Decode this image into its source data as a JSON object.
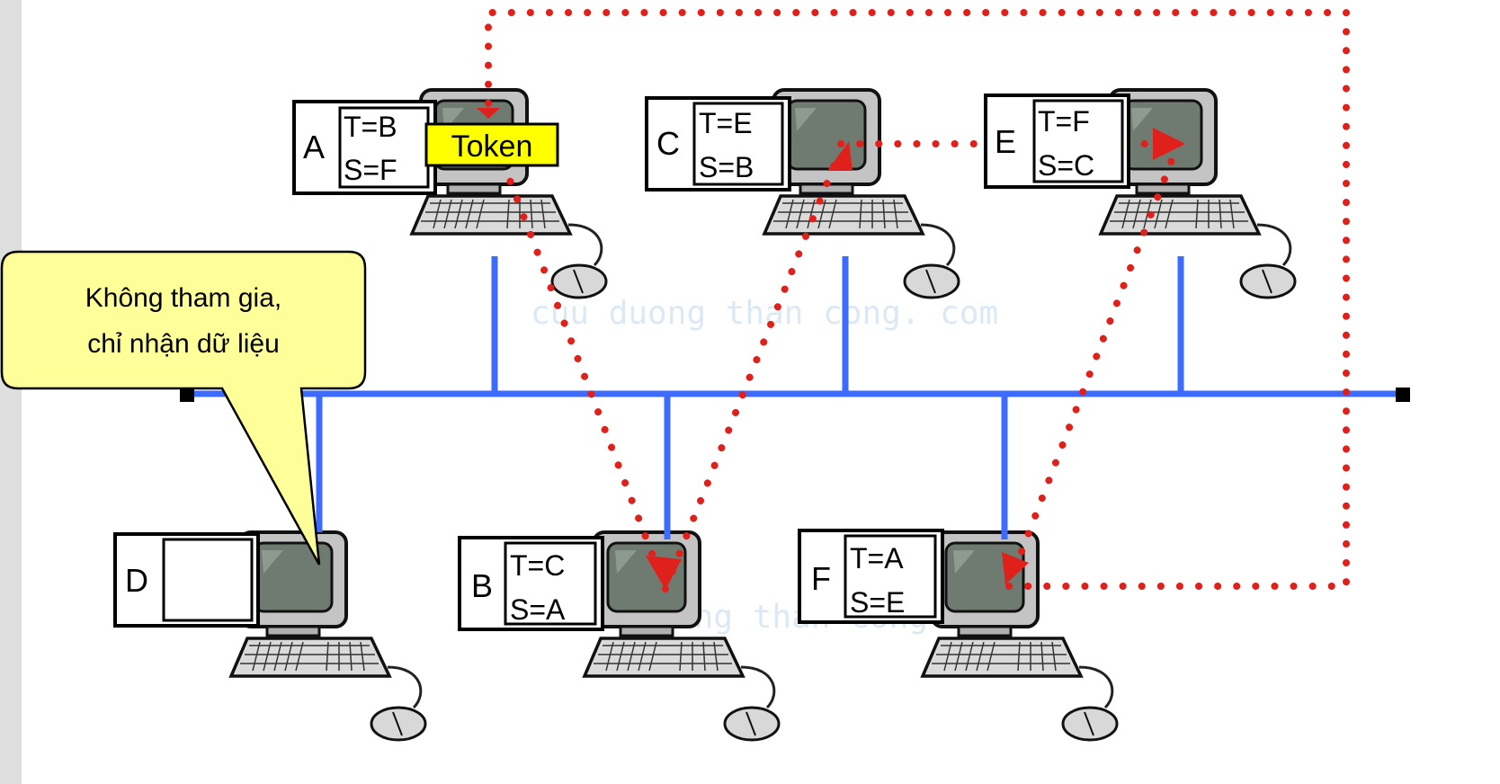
{
  "diagram": {
    "watermark": "cuu duong than cong. com",
    "token_label": "Token",
    "callout": {
      "line1": "Không tham gia,",
      "line2": "chỉ nhận dữ liệu"
    },
    "nodes": {
      "A": {
        "name": "A",
        "t": "T=B",
        "s": "S=F"
      },
      "B": {
        "name": "B",
        "t": "T=C",
        "s": "S=A"
      },
      "C": {
        "name": "C",
        "t": "T=E",
        "s": "S=B"
      },
      "D": {
        "name": "D",
        "t": "",
        "s": ""
      },
      "E": {
        "name": "E",
        "t": "T=F",
        "s": "S=C"
      },
      "F": {
        "name": "F",
        "t": "T=A",
        "s": "S=E"
      }
    },
    "colors": {
      "bus": "#3d6bff",
      "token_path": "#e0201b",
      "token_box": "#ffff00",
      "callout_fill": "#ffff99"
    }
  }
}
